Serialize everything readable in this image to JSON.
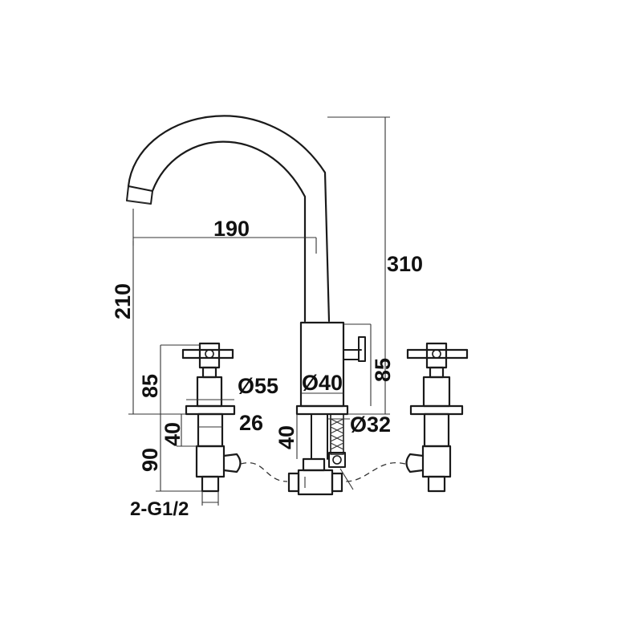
{
  "dimensions": {
    "spout_reach": "190",
    "spout_height": "210",
    "overall_height": "310",
    "handle_height": "85",
    "body_lever_height": "85",
    "handle_base_dia": "Ø55",
    "body_dia": "Ø40",
    "shank_length": "40",
    "shank_width": "26",
    "body_shank_length": "40",
    "body_shank_dia": "Ø32",
    "valve_depth": "90",
    "inlet_thread": "2-G1/2"
  }
}
